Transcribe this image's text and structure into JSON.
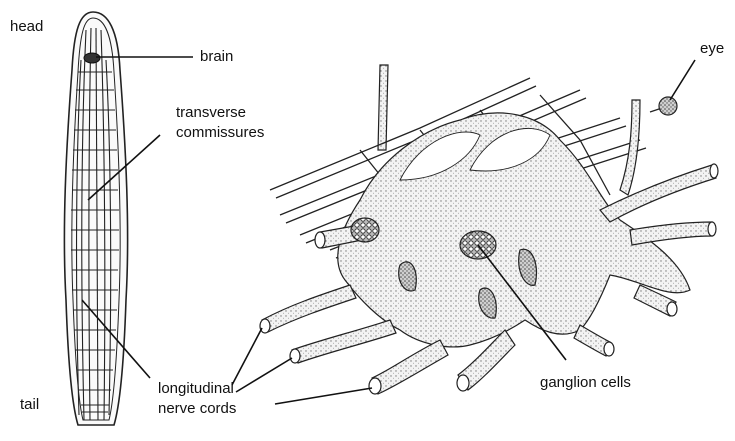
{
  "labels": {
    "head": "head",
    "tail": "tail",
    "brain": "brain",
    "transverse": "transverse",
    "commissures": "commissures",
    "longitudinal": "longitudinal",
    "nerve_cords": "nerve cords",
    "eye": "eye",
    "ganglion_cells": "ganglion cells"
  }
}
